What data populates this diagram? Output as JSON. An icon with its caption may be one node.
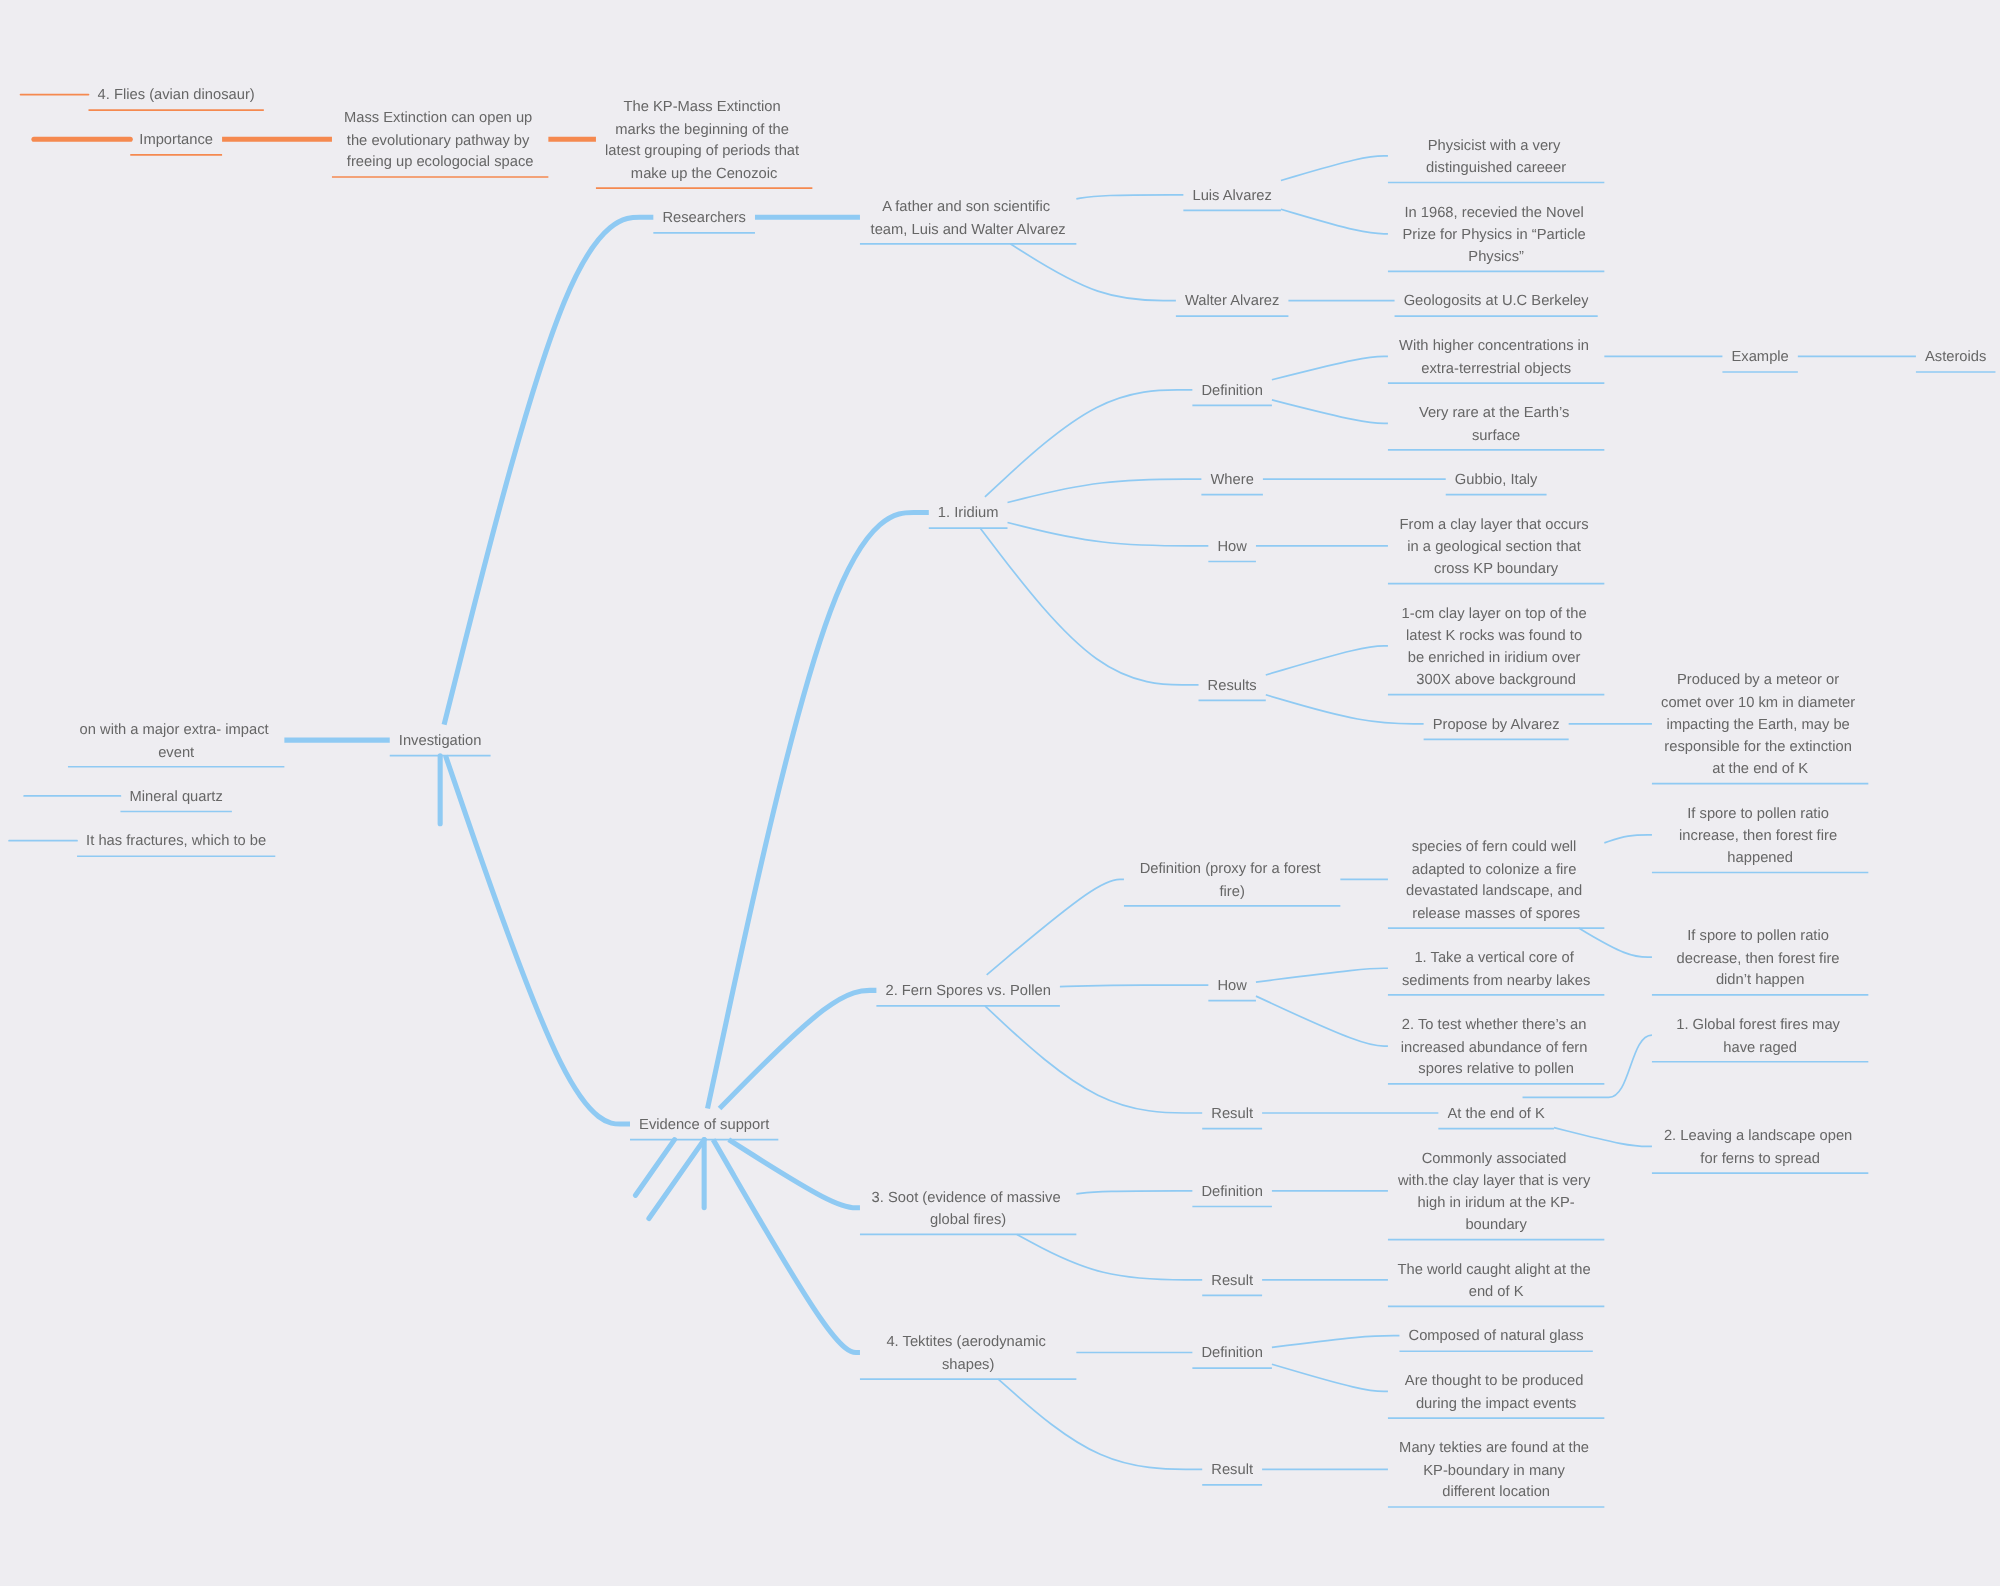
{
  "diagram": {
    "nodes": [
      {
        "text": [
          "4. Flies (avian dinosaur)"
        ]
      },
      {
        "text": [
          "Importance"
        ]
      },
      {
        "text": [
          "Mass Extinction can open up the evolutionary pathway by freeing up ecologocial space"
        ]
      },
      {
        "text": [
          "The KP-Mass Extinction marks the beginning of the latest grouping of periods that make up the Cenozoic"
        ]
      },
      {
        "text": [
          "on with a major extra- impact event"
        ]
      },
      {
        "text": [
          "Investigation"
        ]
      },
      {
        "text": [
          "Researchers"
        ]
      },
      {
        "text": [
          "A father and son scientific team, Luis and Walter Alvarez"
        ]
      },
      {
        "text": [
          "Luis Alvarez"
        ]
      },
      {
        "text": [
          "Physicist with a very distinguished careeer"
        ]
      },
      {
        "text": [
          "In 1968, recevied the Novel Prize for Physics in “Particle Physics”"
        ]
      },
      {
        "text": [
          "Walter Alvarez"
        ]
      },
      {
        "text": [
          "Geologosits at U.C Berkeley"
        ]
      },
      {
        "text": [
          "Evidence of support"
        ]
      },
      {
        "text": [
          "1. Iridium"
        ]
      },
      {
        "text": [
          "Definition"
        ]
      },
      {
        "text": [
          "With higher concentrations in extra-terrestrial objects"
        ]
      },
      {
        "text": [
          "Example"
        ]
      },
      {
        "text": [
          "Asteroids"
        ]
      },
      {
        "text": [
          "Very rare at the Earth’s surface"
        ]
      },
      {
        "text": [
          "Where"
        ]
      },
      {
        "text": [
          "Gubbio, Italy"
        ]
      },
      {
        "text": [
          "How"
        ]
      },
      {
        "text": [
          "From a clay layer that occurs in a geological section that cross KP boundary"
        ]
      },
      {
        "text": [
          "Results"
        ]
      },
      {
        "text": [
          "1-cm clay layer on top of the latest K rocks was found to be enriched in iridium over 300X above background"
        ]
      },
      {
        "text": [
          "Propose by Alvarez"
        ]
      },
      {
        "text": [
          "Produced by a meteor or comet over 10 km in diameter impacting the Earth, may be responsible for the extinction at the end of K"
        ]
      },
      {
        "text": [
          "2. Fern Spores vs. Pollen"
        ]
      },
      {
        "text": [
          "Definition (proxy for a forest fire)"
        ]
      },
      {
        "text": [
          "species of fern could well adapted to colonize a fire devastated landscape, and release masses of spores"
        ]
      },
      {
        "text": [
          "If spore to pollen ratio increase, then forest fire happened"
        ]
      },
      {
        "text": [
          "If spore to pollen ratio decrease, then forest fire didn’t happen"
        ]
      },
      {
        "text": [
          "How"
        ]
      },
      {
        "text": [
          "1. Take a vertical core of sediments from nearby lakes"
        ]
      },
      {
        "text": [
          "2. To test whether there’s an increased abundance of fern spores relative to pollen"
        ]
      },
      {
        "text": [
          "Result"
        ]
      },
      {
        "text": [
          "At the end of K"
        ]
      },
      {
        "text": [
          "1. Global forest fires may have raged"
        ]
      },
      {
        "text": [
          "2. Leaving a landscape open for ferns to spread"
        ]
      },
      {
        "text": [
          "3. Soot (evidence of massive global fires)"
        ]
      },
      {
        "text": [
          "Definition"
        ]
      },
      {
        "text": [
          "Commonly associated with.the clay layer that is very high in iridum at the KP-boundary"
        ]
      },
      {
        "text": [
          "Result"
        ]
      },
      {
        "text": [
          "The world caught alight at the end of K"
        ]
      },
      {
        "text": [
          "4. Tektites (aerodynamic shapes)"
        ]
      },
      {
        "text": [
          "Definition"
        ]
      },
      {
        "text": [
          "Composed of natural glass"
        ]
      },
      {
        "text": [
          "Are thought to be produced during the impact events"
        ]
      },
      {
        "text": [
          "Result"
        ]
      },
      {
        "text": [
          "Many tekties are found at the KP-boundary in many different location"
        ]
      },
      {
        "text": [
          "Mineral quartz"
        ]
      },
      {
        "text": [
          "It has fractures, which to be"
        ]
      }
    ],
    "edges": [
      {
        "from": null,
        "to": 0,
        "arrow": "none",
        "color": "#f5894f"
      },
      {
        "from": null,
        "to": 1,
        "arrow": "none",
        "style": "thick",
        "color": "#f5894f"
      },
      {
        "from": 1,
        "to": 2,
        "arrow": "none",
        "style": "thick",
        "color": "#f5894f"
      },
      {
        "from": 2,
        "to": 3,
        "arrow": "none",
        "style": "thick",
        "color": "#f5894f"
      },
      {
        "from": 4,
        "to": 5,
        "arrow": "none",
        "style": "thick"
      },
      {
        "from": 5,
        "to": 6,
        "arrow": "none",
        "style": "thick"
      },
      {
        "from": 6,
        "to": 7,
        "arrow": "none",
        "style": "thick"
      },
      {
        "from": 7,
        "to": 8,
        "arrow": "none"
      },
      {
        "from": 8,
        "to": 9,
        "arrow": "none"
      },
      {
        "from": 8,
        "to": 10,
        "arrow": "none"
      },
      {
        "from": 7,
        "to": 11,
        "arrow": "none"
      },
      {
        "from": 11,
        "to": 12,
        "arrow": "none"
      },
      {
        "from": 5,
        "to": 13,
        "arrow": "none",
        "style": "thick"
      },
      {
        "from": 13,
        "to": 14,
        "arrow": "none",
        "style": "thick"
      },
      {
        "from": 14,
        "to": 15,
        "arrow": "none"
      },
      {
        "from": 15,
        "to": 16,
        "arrow": "none"
      },
      {
        "from": 16,
        "to": 17,
        "arrow": "none"
      },
      {
        "from": 17,
        "to": 18,
        "arrow": "none"
      },
      {
        "from": 15,
        "to": 19,
        "arrow": "none"
      },
      {
        "from": 14,
        "to": 20,
        "arrow": "none"
      },
      {
        "from": 20,
        "to": 21,
        "arrow": "none"
      },
      {
        "from": 14,
        "to": 22,
        "arrow": "none"
      },
      {
        "from": 22,
        "to": 23,
        "arrow": "none"
      },
      {
        "from": 14,
        "to": 24,
        "arrow": "none"
      },
      {
        "from": 24,
        "to": 25,
        "arrow": "none"
      },
      {
        "from": 24,
        "to": 26,
        "arrow": "none"
      },
      {
        "from": 26,
        "to": 27,
        "arrow": "none"
      },
      {
        "from": 13,
        "to": 28,
        "arrow": "none",
        "style": "thick"
      },
      {
        "from": 28,
        "to": 29,
        "arrow": "none"
      },
      {
        "from": 29,
        "to": 30,
        "arrow": "none"
      },
      {
        "from": 30,
        "to": 31,
        "arrow": "none"
      },
      {
        "from": 30,
        "to": 32,
        "arrow": "none"
      },
      {
        "from": 28,
        "to": 33,
        "arrow": "none"
      },
      {
        "from": 33,
        "to": 34,
        "arrow": "none"
      },
      {
        "from": 33,
        "to": 35,
        "arrow": "none"
      },
      {
        "from": 28,
        "to": 36,
        "arrow": "none"
      },
      {
        "from": 36,
        "to": 37,
        "arrow": "none"
      },
      {
        "from": 37,
        "to": 38,
        "arrow": "none"
      },
      {
        "from": 37,
        "to": 39,
        "arrow": "none"
      },
      {
        "from": 13,
        "to": 40,
        "arrow": "none",
        "style": "thick"
      },
      {
        "from": 40,
        "to": 41,
        "arrow": "none"
      },
      {
        "from": 41,
        "to": 42,
        "arrow": "none"
      },
      {
        "from": 40,
        "to": 43,
        "arrow": "none"
      },
      {
        "from": 43,
        "to": 44,
        "arrow": "none"
      },
      {
        "from": 13,
        "to": 45,
        "arrow": "none",
        "style": "thick"
      },
      {
        "from": 45,
        "to": 46,
        "arrow": "none"
      },
      {
        "from": 46,
        "to": 47,
        "arrow": "none"
      },
      {
        "from": 46,
        "to": 48,
        "arrow": "none"
      },
      {
        "from": 45,
        "to": 49,
        "arrow": "none"
      },
      {
        "from": 49,
        "to": 50,
        "arrow": "none"
      },
      {
        "from": 13,
        "to": null,
        "arrow": "none",
        "style": "thick"
      },
      {
        "from": 13,
        "to": null,
        "arrow": "none",
        "style": "thick"
      },
      {
        "from": 13,
        "to": null,
        "arrow": "none",
        "style": "thick"
      },
      {
        "from": 5,
        "to": null,
        "arrow": "none",
        "style": "thick"
      },
      {
        "from": null,
        "to": 51,
        "arrow": "none"
      },
      {
        "from": null,
        "to": 52,
        "arrow": "none"
      }
    ]
  }
}
